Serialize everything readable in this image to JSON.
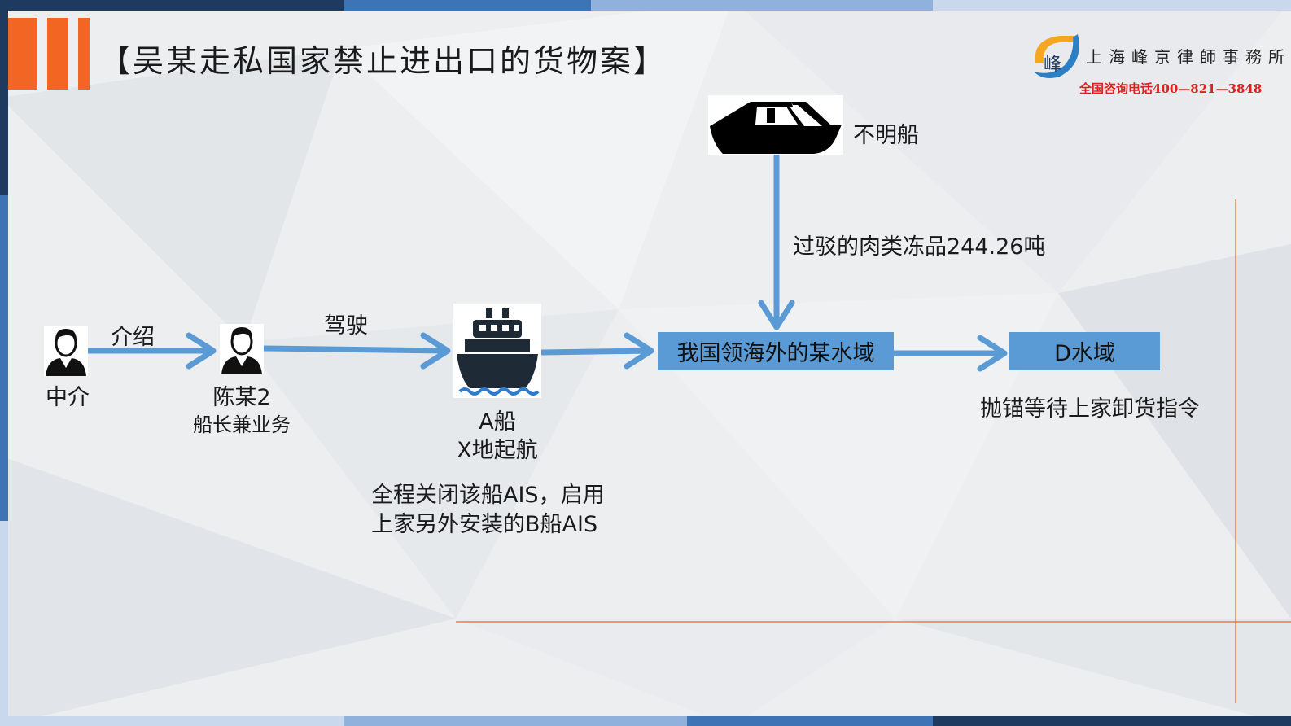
{
  "title": "【吴某走私国家禁止进出口的货物案】",
  "logo": {
    "name": "上海峰京律師事務所",
    "phone": "全国咨询电话400—821—3848"
  },
  "nodes": {
    "agent": "中介",
    "chen": "陈某2",
    "chen_role": "船长兼业务",
    "ship_a": "A船",
    "ship_a_origin": "X地起航",
    "unknown_boat": "不明船",
    "territorial_water": "我国领海外的某水域",
    "d_water": "D水域"
  },
  "edges": {
    "introduce": "介绍",
    "drive": "驾驶",
    "transfer": "过驳的肉类冻品244.26吨"
  },
  "notes": {
    "ais_line1": "全程关闭该船AIS，启用",
    "ais_line2": "上家另外安装的B船AIS",
    "anchor": "抛锚等待上家卸货指令"
  },
  "colors": {
    "arrow": "#5b9bd5",
    "box": "#5b9bd5",
    "accent_orange": "#f26522",
    "phone_red": "#e02020"
  },
  "icons": {
    "agent": "person-icon",
    "chen": "person-icon",
    "ship_a": "cruise-ship-icon",
    "unknown_boat": "speedboat-icon"
  }
}
